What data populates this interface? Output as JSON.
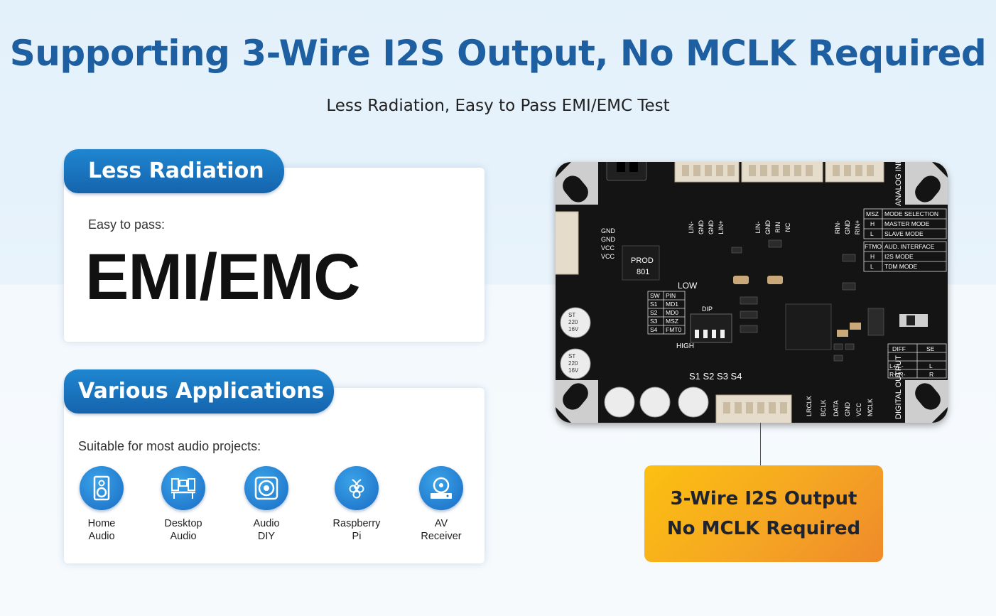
{
  "header": {
    "title": "Supporting 3-Wire I2S Output, No MCLK Required",
    "subtitle": "Less Radiation, Easy to Pass EMI/EMC Test"
  },
  "radiation_card": {
    "tag": "Less Radiation",
    "intro": "Easy to pass:",
    "headline": "EMI/EMC"
  },
  "applications_card": {
    "tag": "Various Applications",
    "intro": "Suitable for most audio projects:",
    "items": [
      {
        "label": "Home\nAudio",
        "icon": "speaker-icon"
      },
      {
        "label": "Desktop\nAudio",
        "icon": "desktop-speakers-icon"
      },
      {
        "label": "Audio\nDIY",
        "icon": "woofer-icon"
      },
      {
        "label": "Raspberry\nPi",
        "icon": "raspberry-pi-icon"
      },
      {
        "label": "AV\nReceiver",
        "icon": "receiver-icon"
      }
    ]
  },
  "board": {
    "labels_top": [
      "LIN-",
      "GND",
      "GND",
      "LIN+",
      "LIN-",
      "GND",
      "RIN",
      "NC",
      "RIN-",
      "GND",
      "RIN+"
    ],
    "analog_input": "ANALOG INPUT",
    "mode_table": [
      [
        "MSZ",
        "MODE SELECTION"
      ],
      [
        "H",
        "MASTER MODE"
      ],
      [
        "L",
        "SLAVE MODE"
      ],
      [
        "FTMO",
        "AUD. INTERFACE"
      ],
      [
        "H",
        "I2S MODE"
      ],
      [
        "L",
        "TDM MODE"
      ]
    ],
    "chip": "PROD\n801",
    "low": "LOW",
    "high": "HIGH",
    "sw_table": [
      [
        "SW",
        "PIN"
      ],
      [
        "S1",
        "MD1"
      ],
      [
        "S2",
        "MD0"
      ],
      [
        "S3",
        "MSZ"
      ],
      [
        "S4",
        "FMT0"
      ]
    ],
    "switch_labels": "S1 S2 S3 S4",
    "dip": "DIP",
    "cap_label": "ST\n220\n16V",
    "diff_table": [
      [
        "DIFF",
        "SE"
      ],
      [
        "L+/L-",
        "L"
      ],
      [
        "R+/R-",
        "R"
      ]
    ],
    "digital_output": "DIGITAL OUTPUT",
    "out_pins": [
      "LRCLK",
      "BCLK",
      "DATA",
      "GND",
      "VCC",
      "MCLK"
    ],
    "left_header": [
      "GND",
      "GND",
      "VCC",
      "VCC"
    ]
  },
  "callout": {
    "line1": "3-Wire I2S Output",
    "line2": "No MCLK Required"
  }
}
